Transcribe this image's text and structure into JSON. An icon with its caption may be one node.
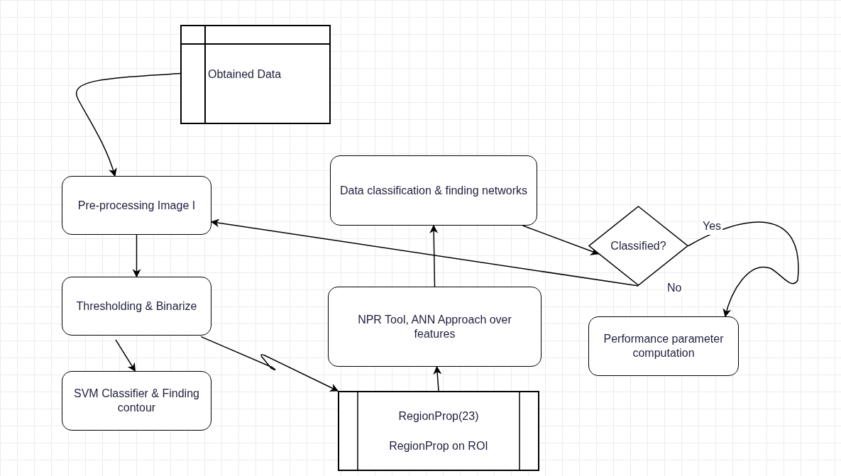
{
  "diagram": {
    "nodes": [
      {
        "text": [
          "Obtained Data"
        ]
      },
      {
        "text": [
          "Pre-processing Image I"
        ]
      },
      {
        "text": [
          "Thresholding & Binarize"
        ]
      },
      {
        "text": [
          "SVM Classifier & Finding contour"
        ]
      },
      {
        "text": [
          "RegionProp(23)",
          "RegionProp on ROI"
        ]
      },
      {
        "text": [
          "NPR Tool, ANN Approach over features"
        ]
      },
      {
        "text": [
          "Data classification & finding networks"
        ]
      },
      {
        "text": [
          "Classified?"
        ]
      },
      {
        "text": [
          "Performance parameter computation"
        ]
      }
    ],
    "edges": [
      {
        "from": 0,
        "to": 1,
        "arrow": "to"
      },
      {
        "from": 1,
        "to": 2,
        "arrow": "to"
      },
      {
        "from": 2,
        "to": 3,
        "arrow": "to"
      },
      {
        "from": 2,
        "to": 4,
        "arrow": "to"
      },
      {
        "from": 4,
        "to": 5,
        "arrow": "to"
      },
      {
        "from": 5,
        "to": 6,
        "arrow": "to"
      },
      {
        "from": 6,
        "to": 7,
        "arrow": "to"
      },
      {
        "from": 7,
        "to": 1,
        "arrow": "to",
        "label": "No"
      },
      {
        "from": 7,
        "to": 8,
        "arrow": "to",
        "label": "Yes"
      }
    ]
  }
}
